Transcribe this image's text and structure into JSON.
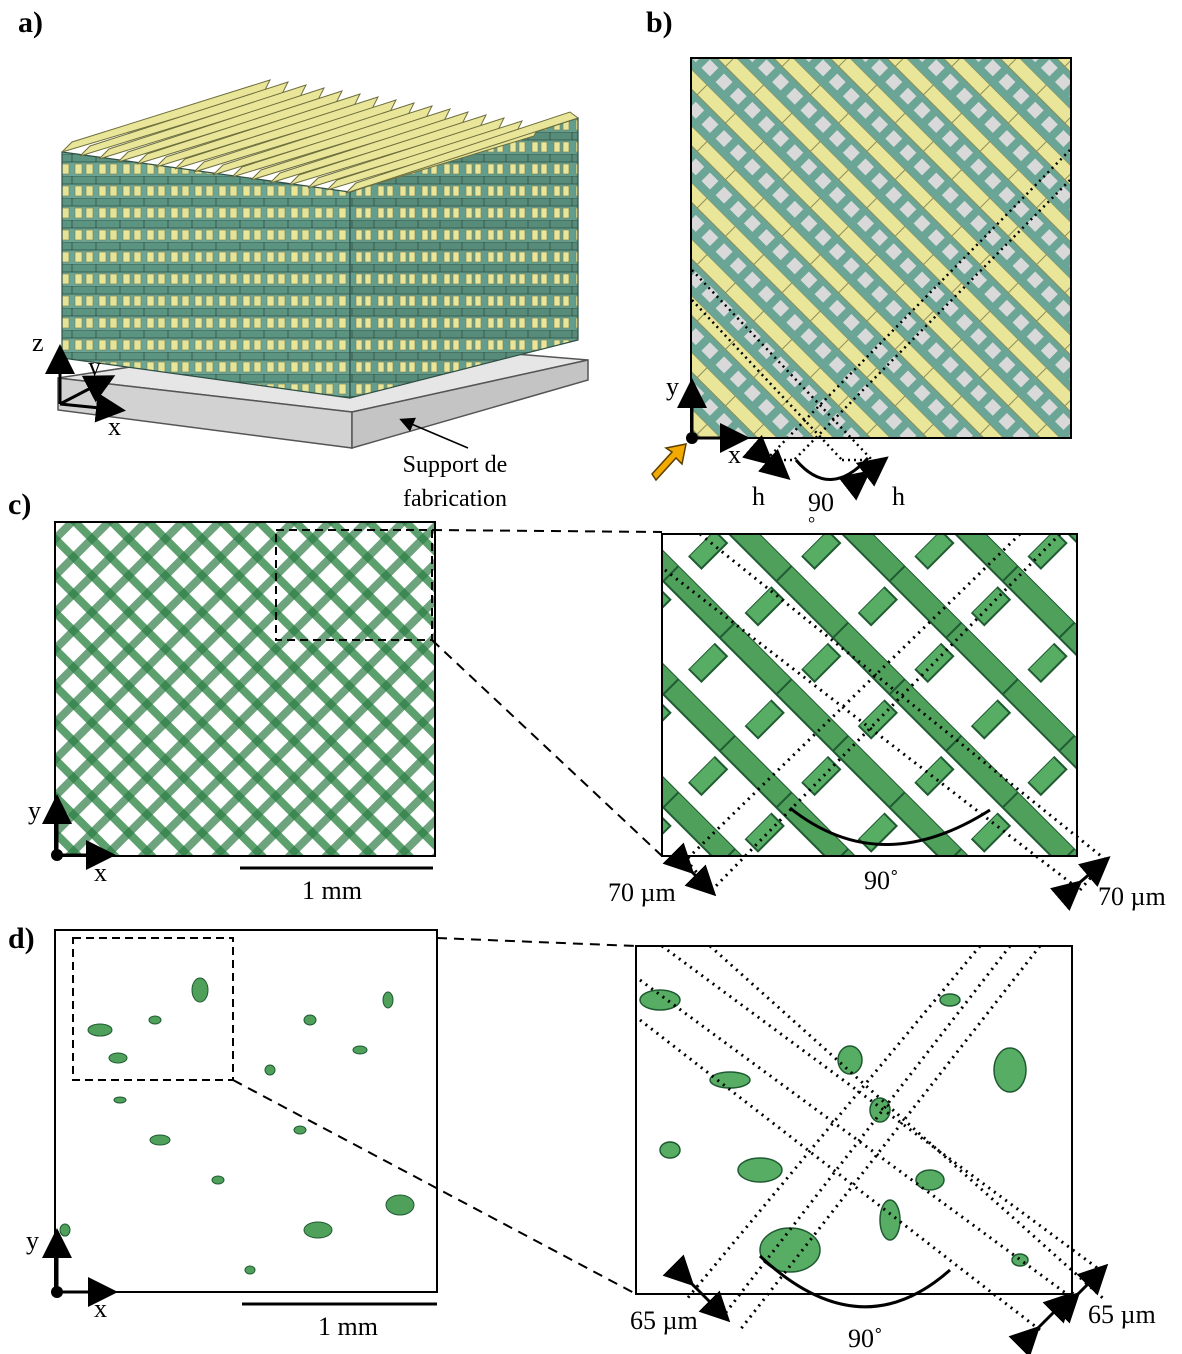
{
  "panels": {
    "a": {
      "label": "a)",
      "axes": {
        "x": "x",
        "y": "y",
        "z": "z"
      },
      "support_line1": "Support de",
      "support_line2": "fabrication"
    },
    "b": {
      "label": "b)",
      "axes": {
        "x": "x",
        "y": "y"
      },
      "angle": "90",
      "angle_mark": "°",
      "h_left": "h",
      "h_right": "h"
    },
    "c": {
      "label": "c)",
      "axes": {
        "x": "x",
        "y": "y"
      },
      "scale": "1 mm",
      "angle": "90˚",
      "width_left": "70 µm",
      "width_right": "70 µm"
    },
    "d": {
      "label": "d)",
      "axes": {
        "x": "x",
        "y": "y"
      },
      "scale": "1 mm",
      "angle": "90˚",
      "width_left": "65 µm",
      "width_right": "65 µm"
    }
  },
  "colors": {
    "strut_green": "#5f9e8c",
    "strut_yellow": "#e9e69a",
    "pore_green": "#3a9a4a",
    "support_grey": "#dcdcdc"
  }
}
